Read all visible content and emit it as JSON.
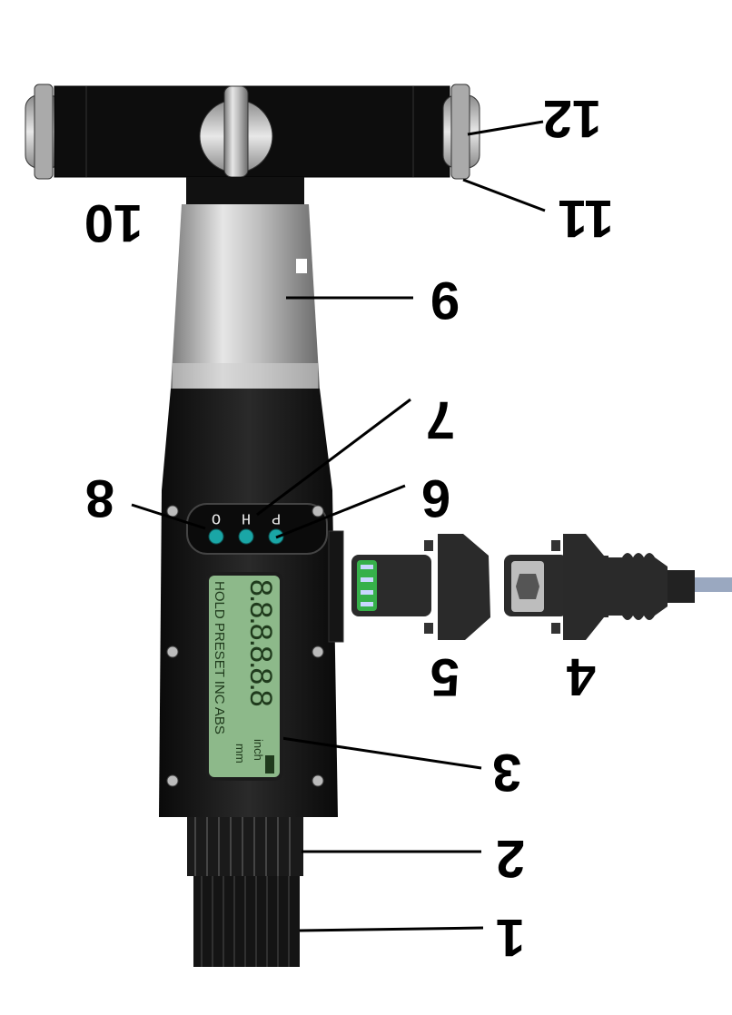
{
  "callouts": {
    "c1": "1",
    "c2": "2",
    "c3": "3",
    "c4": "4",
    "c5": "5",
    "c6": "6",
    "c7": "7",
    "c8": "8",
    "c9": "9",
    "c10": "10",
    "c11": "11",
    "c12": "12"
  },
  "display": {
    "digits": "8.8.8.8.8.8",
    "modes": "HOLD PRESET INC ABS",
    "unit_mm": "mm",
    "unit_inch": "inch"
  },
  "buttons": {
    "o_label": "O",
    "h_label": "H",
    "p_label": "P"
  },
  "colors": {
    "lcd": "#8db98a",
    "led": "#1aa6a6",
    "body": "#111111"
  }
}
